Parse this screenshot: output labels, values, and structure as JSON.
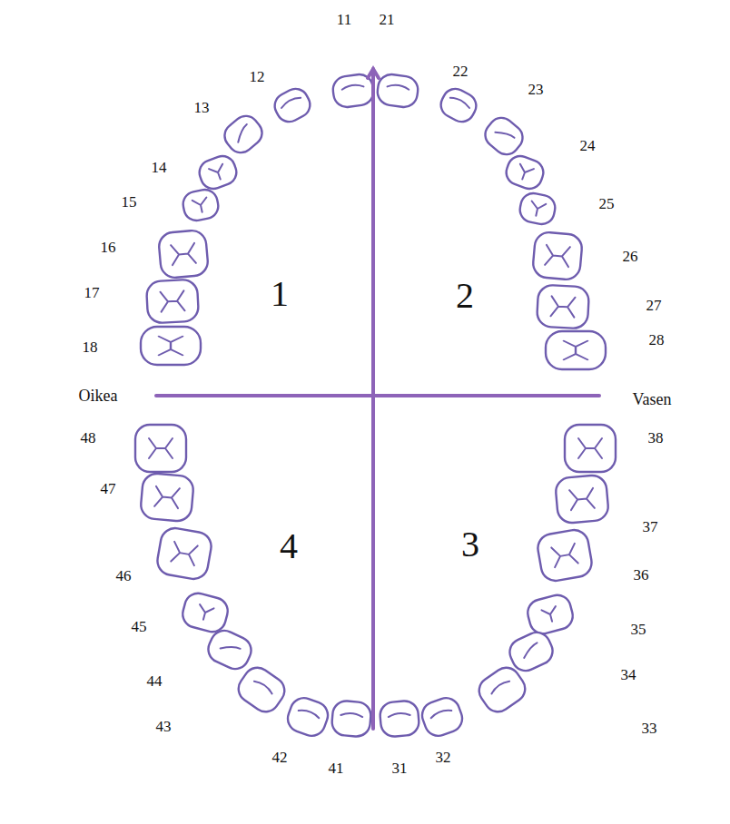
{
  "diagram": {
    "labels": [
      "11",
      "21",
      "12",
      "22",
      "13",
      "23",
      "14",
      "24",
      "15",
      "25",
      "16",
      "26",
      "17",
      "27",
      "18",
      "28",
      "1",
      "2",
      "Oikea",
      "Vasen",
      "48",
      "38",
      "47",
      "37",
      "4",
      "3",
      "46",
      "36",
      "45",
      "35",
      "44",
      "34",
      "43",
      "33",
      "42",
      "32",
      "41",
      "31"
    ]
  }
}
